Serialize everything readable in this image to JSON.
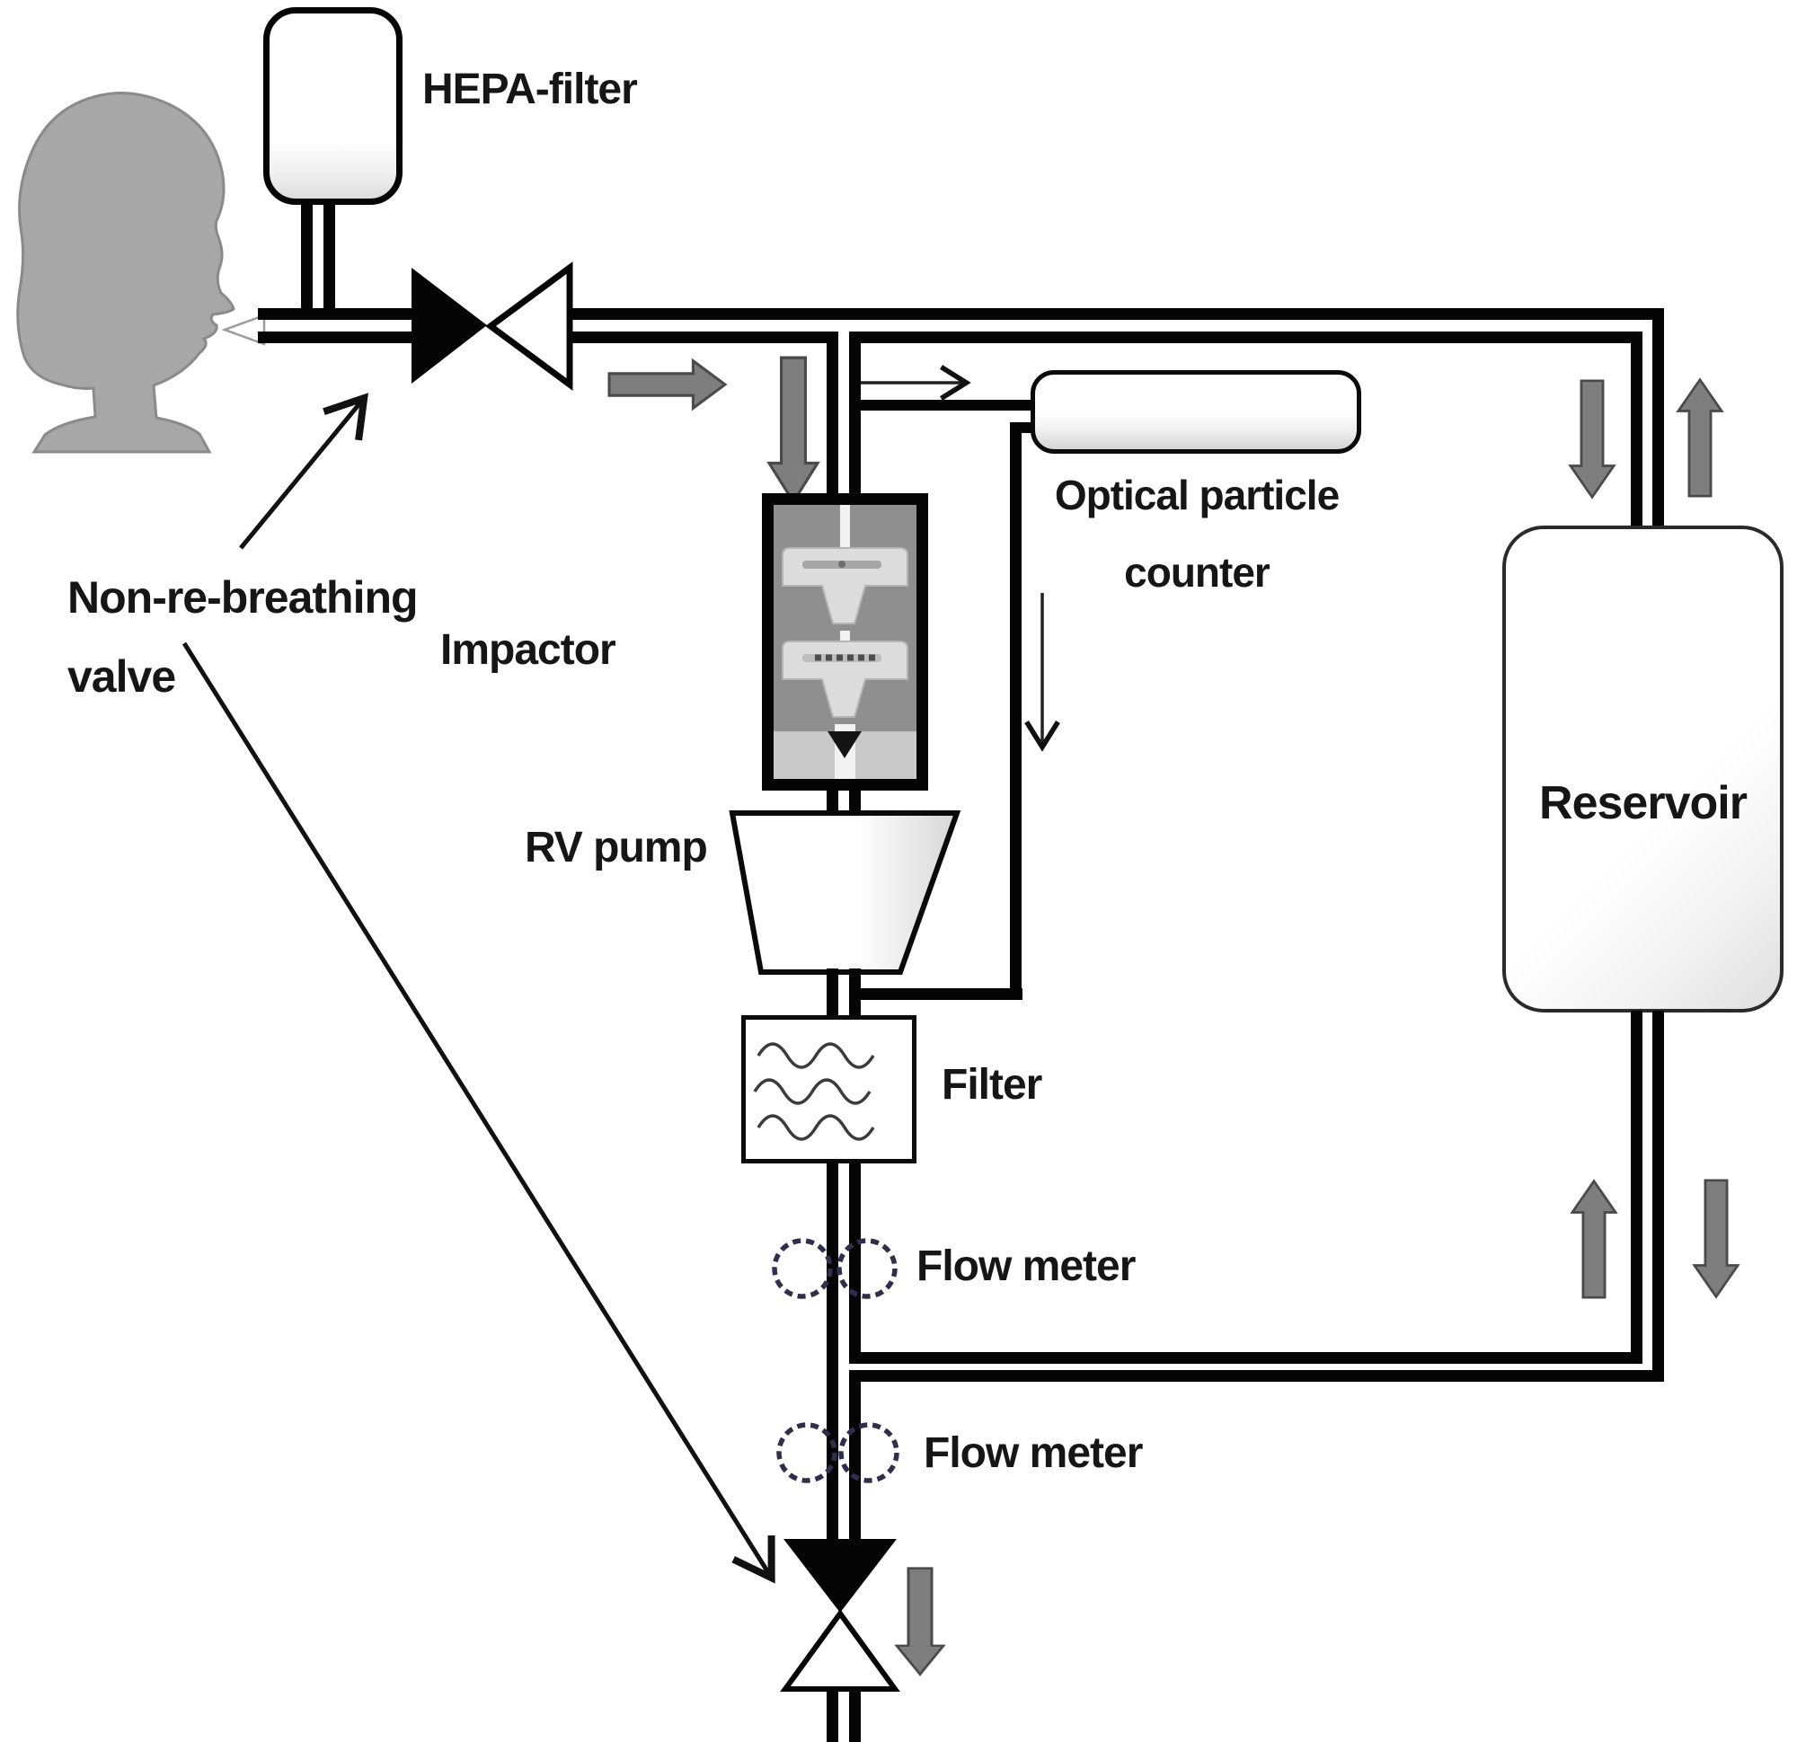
{
  "diagram": {
    "title_present": false,
    "labels": {
      "hepa_filter": "HEPA-filter",
      "non_re_breathing_line1": "Non-re-breathing",
      "non_re_breathing_line2": "valve",
      "impactor": "Impactor",
      "rv_pump": "RV pump",
      "optical_particle_counter_line1": "Optical particle",
      "optical_particle_counter_line2": "counter",
      "filter": "Filter",
      "flow_meter_upper": "Flow meter",
      "flow_meter_lower": "Flow meter",
      "reservoir": "Reservoir"
    },
    "colors": {
      "background": "#ffffff",
      "tube": "#050505",
      "flow_arrow_fill": "#7e7e7e",
      "flow_arrow_border": "#4a4a4a",
      "head_fill": "#a7a7a7",
      "head_stroke": "#8a8a8a",
      "impactor_body": "#8f8f8f",
      "impactor_stage": "#dcdcdc",
      "impactor_base": "#c9c9c9",
      "flow_meter_stroke": "#2e2e4e",
      "annotation": "#111111"
    },
    "icons": {
      "head-silhouette-icon": "gray profile bust of a person breathing into tube",
      "breath-puff-icon": "small white triangle at mouth",
      "non-re-breathing-valve-icon": "bowtie valve, black left triangle + white right triangle",
      "exhaust-valve-icon": "vertical bowtie valve, black top triangle + white bottom triangle",
      "flow-arrow-icon": "gray block arrow showing flow direction",
      "thin-arrow-icon": "thin open-head arrow",
      "flow-meter-icon": "two dashed navy circles on tube",
      "impactor-stage-icon": "light gray impaction plate with funnel",
      "filter-wave-icon": "three wavy lines inside box",
      "tube-icon": "double-line black tubing"
    }
  }
}
